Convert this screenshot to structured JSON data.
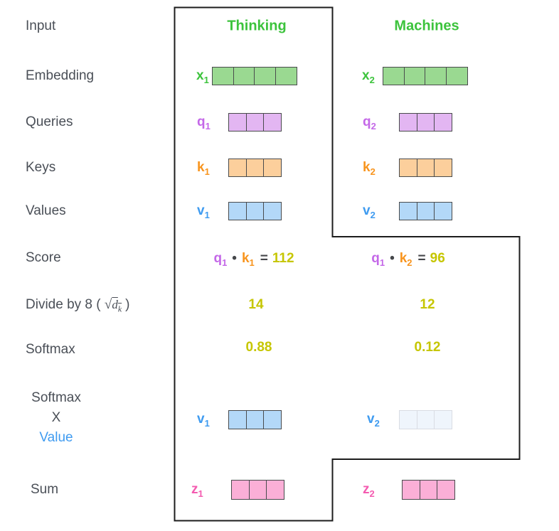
{
  "colors": {
    "green": "#3cc33c",
    "green_fill": "#9ad991",
    "purple": "#c468e8",
    "purple_fill": "#e3b6f2",
    "orange": "#f8941d",
    "orange_fill": "#fccf9c",
    "blue": "#3f9bf0",
    "blue_fill": "#b3d8f8",
    "blue_faded_fill": "#eff5fc",
    "faded_border": "#d9dce3",
    "pink": "#f45bb0",
    "pink_fill": "#fbafd7",
    "yellow": "#c6c602",
    "text": "#4a4f57",
    "dark": "#45474a",
    "cell_border": "#494b4d",
    "box_border": "#1c1c1c"
  },
  "columns": {
    "left_header": "Thinking",
    "right_header": "Machines"
  },
  "row_labels": {
    "input": "Input",
    "embedding": "Embedding",
    "queries": "Queries",
    "keys": "Keys",
    "values": "Values",
    "score": "Score",
    "divide": {
      "prefix": "Divide by 8 (",
      "sqrt": "√",
      "arg_base": "d",
      "arg_sub": "k",
      "suffix": ")"
    },
    "softmax": "Softmax",
    "softmax_x_value": {
      "line1": "Softmax",
      "line2": "X",
      "line3": "Value"
    },
    "sum": "Sum"
  },
  "vector_labels": {
    "x1": {
      "base": "x",
      "sub": "1"
    },
    "x2": {
      "base": "x",
      "sub": "2"
    },
    "q1": {
      "base": "q",
      "sub": "1"
    },
    "q2": {
      "base": "q",
      "sub": "2"
    },
    "k1": {
      "base": "k",
      "sub": "1"
    },
    "k2": {
      "base": "k",
      "sub": "2"
    },
    "v1": {
      "base": "v",
      "sub": "1"
    },
    "v2": {
      "base": "v",
      "sub": "2"
    },
    "z1": {
      "base": "z",
      "sub": "1"
    },
    "z2": {
      "base": "z",
      "sub": "2"
    }
  },
  "vectors": {
    "x1": {
      "cells": 4
    },
    "x2": {
      "cells": 4
    },
    "q1": {
      "cells": 3
    },
    "q2": {
      "cells": 3
    },
    "k1": {
      "cells": 3
    },
    "k2": {
      "cells": 3
    },
    "v1": {
      "cells": 3
    },
    "v2": {
      "cells": 3
    },
    "v1_weighted": {
      "cells": 3
    },
    "v2_weighted": {
      "cells": 3
    },
    "z1": {
      "cells": 3
    },
    "z2": {
      "cells": 3
    }
  },
  "score": {
    "left": {
      "q_base": "q",
      "q_sub": "1",
      "dot": "•",
      "k_base": "k",
      "k_sub": "1",
      "eq": "=",
      "value": "112"
    },
    "right": {
      "q_base": "q",
      "q_sub": "1",
      "dot": "•",
      "k_base": "k",
      "k_sub": "2",
      "eq": "=",
      "value": "96"
    }
  },
  "divide_values": {
    "left": "14",
    "right": "12"
  },
  "softmax_values": {
    "left": "0.88",
    "right": "0.12"
  }
}
